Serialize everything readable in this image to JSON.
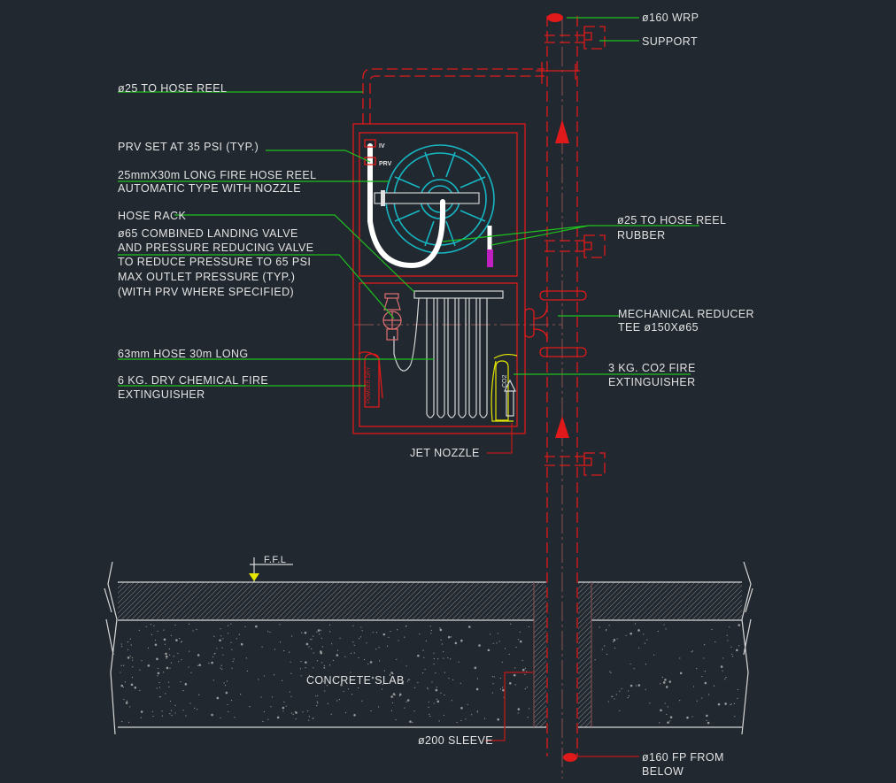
{
  "title": "Fire Hose Reel Cabinet Riser Detail",
  "labels": {
    "wrp": "ø160 WRP",
    "support": "SUPPORT",
    "hose_reel_feed": "ø25 TO HOSE REEL",
    "prv": "PRV SET AT 35 PSI (TYP.)",
    "hose_reel_1": "25mmX30m LONG FIRE HOSE REEL",
    "hose_reel_2": "AUTOMATIC TYPE WITH NOZZLE",
    "hose_rack": "HOSE RACK",
    "landing_valve": [
      "ø65 COMBINED LANDING VALVE",
      "AND PRESSURE REDUCING VALVE",
      "TO REDUCE PRESSURE TO 65 PSI",
      "MAX OUTLET PRESSURE (TYP.)",
      "(WITH PRV WHERE SPECIFIED)"
    ],
    "hose_63": "63mm HOSE 30m LONG",
    "dry_chem_1": "6 KG. DRY CHEMICAL FIRE",
    "dry_chem_2": "EXTINGUISHER",
    "jet_nozzle": "JET NOZZLE",
    "rubber_1": "ø25 TO HOSE REEL",
    "rubber_2": "RUBBER",
    "reducer_1": "MECHANICAL REDUCER",
    "reducer_2": "TEE ø150Xø65",
    "co2_1": "3 KG. CO2 FIRE",
    "co2_2": "EXTINGUISHER",
    "ffl": "F.F.L",
    "slab": "CONCRETE SLAB",
    "sleeve": "ø200 SLEEVE",
    "fp_1": "ø160 FP FROM",
    "fp_2": "BELOW",
    "iv_tag": "IV",
    "prv_tag": "PRV",
    "co2_tag": "CO2",
    "powder_tag": "POWDER DRY"
  },
  "colors": {
    "background": "#212830",
    "pipe": "#e01a1a",
    "leader": "#1fc21f",
    "reel": "#16b6c2",
    "co2": "#e6e600",
    "nozzle": "#c020c0"
  }
}
